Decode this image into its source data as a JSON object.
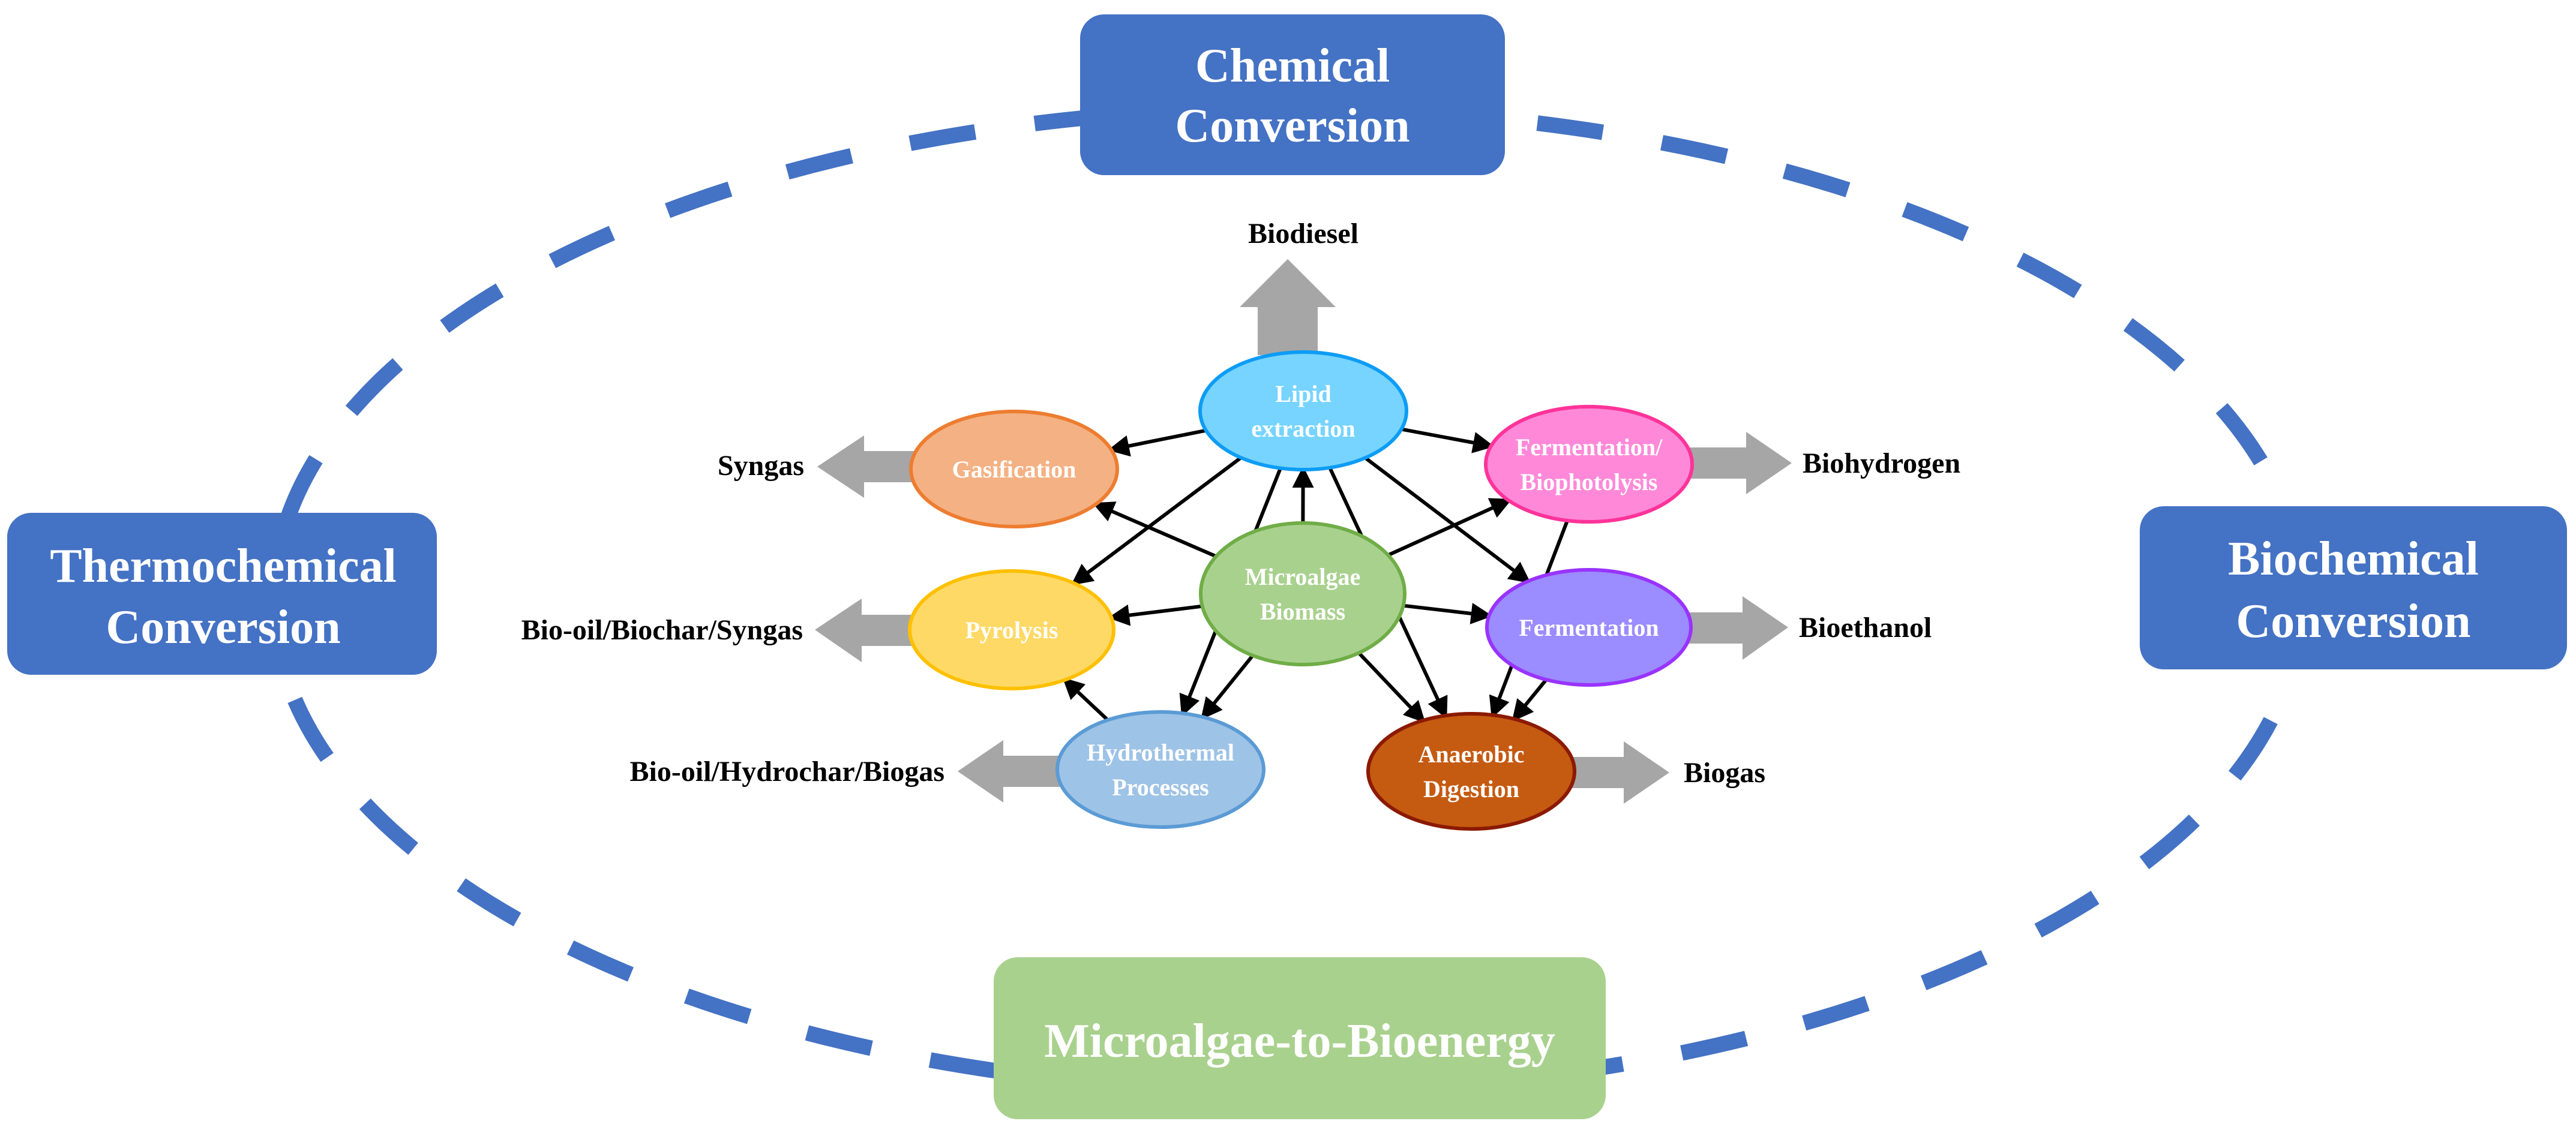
{
  "colors": {
    "hub_blue": "#4472c4",
    "hub_green": "#a9d18e",
    "ring": "#4472c4",
    "product_arrow": "#a6a6a6",
    "edge": "#000000"
  },
  "hubs": {
    "chemical": {
      "lines": [
        "Chemical",
        "Conversion"
      ]
    },
    "thermochemical": {
      "lines": [
        "Thermochemical",
        "Conversion"
      ]
    },
    "biochemical": {
      "lines": [
        "Biochemical",
        "Conversion"
      ]
    },
    "central": {
      "lines": [
        "Microalgae-to-Bioenergy"
      ]
    }
  },
  "nodes": {
    "biomass": {
      "lines": [
        "Microalgae",
        "Biomass"
      ],
      "fill": "#a9d18e",
      "stroke": "#70ad47"
    },
    "lipid": {
      "lines": [
        "Lipid",
        "extraction"
      ],
      "fill": "#76d4ff",
      "stroke": "#0d9cf5"
    },
    "gasification": {
      "lines": [
        "Gasification"
      ],
      "fill": "#f4b183",
      "stroke": "#ed7d31"
    },
    "pyrolysis": {
      "lines": [
        "Pyrolysis"
      ],
      "fill": "#ffd966",
      "stroke": "#ffc000"
    },
    "hydrothermal": {
      "lines": [
        "Hydrothermal",
        "Processes"
      ],
      "fill": "#9dc3e6",
      "stroke": "#5b9bd5"
    },
    "ferm_bio": {
      "lines": [
        "Fermentation/",
        "Biophotolysis"
      ],
      "fill": "#ff89d8",
      "stroke": "#ff3399"
    },
    "fermentation": {
      "lines": [
        "Fermentation"
      ],
      "fill": "#9b8cff",
      "stroke": "#9933ff"
    },
    "anaerobic": {
      "lines": [
        "Anaerobic",
        "Digestion"
      ],
      "fill": "#c55a11",
      "stroke": "#8b1a00"
    }
  },
  "products": {
    "biodiesel": "Biodiesel",
    "syngas": "Syngas",
    "pyrolysis_products": "Bio-oil/Biochar/Syngas",
    "hydrothermal_products": "Bio-oil/Hydrochar/Biogas",
    "biohydrogen": "Biohydrogen",
    "bioethanol": "Bioethanol",
    "biogas": "Biogas"
  },
  "edges": [
    [
      "biomass",
      "lipid"
    ],
    [
      "lipid",
      "gasification"
    ],
    [
      "lipid",
      "pyrolysis"
    ],
    [
      "lipid",
      "hydrothermal"
    ],
    [
      "lipid",
      "ferm_bio"
    ],
    [
      "lipid",
      "fermentation"
    ],
    [
      "lipid",
      "anaerobic"
    ],
    [
      "biomass",
      "gasification"
    ],
    [
      "biomass",
      "pyrolysis"
    ],
    [
      "biomass",
      "hydrothermal"
    ],
    [
      "biomass",
      "ferm_bio"
    ],
    [
      "biomass",
      "fermentation"
    ],
    [
      "biomass",
      "anaerobic"
    ],
    [
      "hydrothermal",
      "pyrolysis"
    ],
    [
      "ferm_bio",
      "anaerobic"
    ],
    [
      "fermentation",
      "anaerobic"
    ]
  ]
}
